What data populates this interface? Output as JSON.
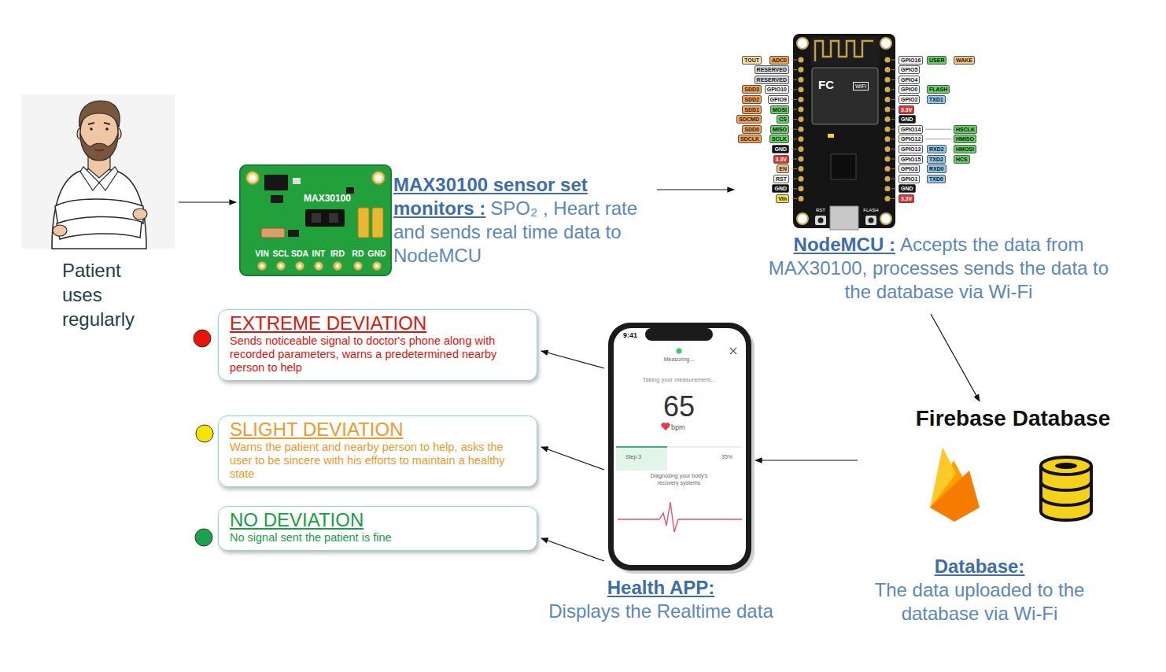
{
  "diagram": {
    "nodes": [
      {
        "text": [
          "Patient uses regularly"
        ]
      },
      {
        "text": [
          "MAX30100 sensor set monitors :",
          "SPO₂ , Heart rate and sends real time data to NodeMCU"
        ]
      },
      {
        "text": [
          "NodeMCU :",
          "Accepts the data from MAX30100, processes sends the data to the database via Wi-Fi"
        ]
      },
      {
        "text": [
          "Firebase Database",
          "Database:",
          "The data uploaded to the database via Wi-Fi"
        ]
      },
      {
        "text": [
          "Health APP:",
          "Displays the Realtime data"
        ]
      },
      {
        "text": [
          "EXTREME DEVIATION",
          "Sends noticeable signal to doctor's phone along with recorded parameters, warns a predetermined nearby person to help"
        ]
      },
      {
        "text": [
          "SLIGHT DEVIATION",
          "Warns the patient and nearby person to help, asks the user to be sincere with his efforts to maintain a healthy state"
        ]
      },
      {
        "text": [
          "NO DEVIATION",
          "No signal sent the patient is fine"
        ]
      }
    ],
    "edges": [
      {
        "from": 0,
        "to": 1,
        "arrow": "to"
      },
      {
        "from": 1,
        "to": 2,
        "arrow": "to"
      },
      {
        "from": 2,
        "to": 3,
        "arrow": "to"
      },
      {
        "from": 3,
        "to": 4,
        "arrow": "to"
      },
      {
        "from": 4,
        "to": 5,
        "arrow": "to"
      },
      {
        "from": 4,
        "to": 6,
        "arrow": "to"
      },
      {
        "from": 4,
        "to": 7,
        "arrow": "to"
      }
    ],
    "labels": [
      "MAX30100",
      "VIN",
      "SCL",
      "SDA",
      "INT",
      "IRD",
      "RD",
      "GND",
      "TOUT",
      "ADC0",
      "RESERVED",
      "RESERVED",
      "SDD3",
      "GPIO10",
      "SDD2",
      "GPIO9",
      "SDD1",
      "MOSI",
      "SDCMD",
      "CS",
      "SDD0",
      "MISO",
      "SDCLK",
      "SCLK",
      "GND",
      "3.3V",
      "EN",
      "RST",
      "GND",
      "Vin",
      "GPIO16",
      "USER",
      "WAKE",
      "GPIO5",
      "GPIO4",
      "GPIO0",
      "FLASH",
      "GPIO2",
      "TXD1",
      "3.3V",
      "GND",
      "GPIO14",
      "HSCLK",
      "GPIO12",
      "HMISO",
      "GPIO13",
      "RXD2",
      "HMOSI",
      "GPIO15",
      "TXD2",
      "HCS",
      "GPIO3",
      "RXD0",
      "GPIO1",
      "TXD0",
      "GND",
      "3.3V",
      "FC",
      "WiFi",
      "RST",
      "FLASH",
      "9:41",
      "Measuring...",
      "Taking your measurement...",
      "65",
      "bpm",
      "Step 3",
      "35%",
      "Diagnosing your body's recovery systems"
    ]
  }
}
